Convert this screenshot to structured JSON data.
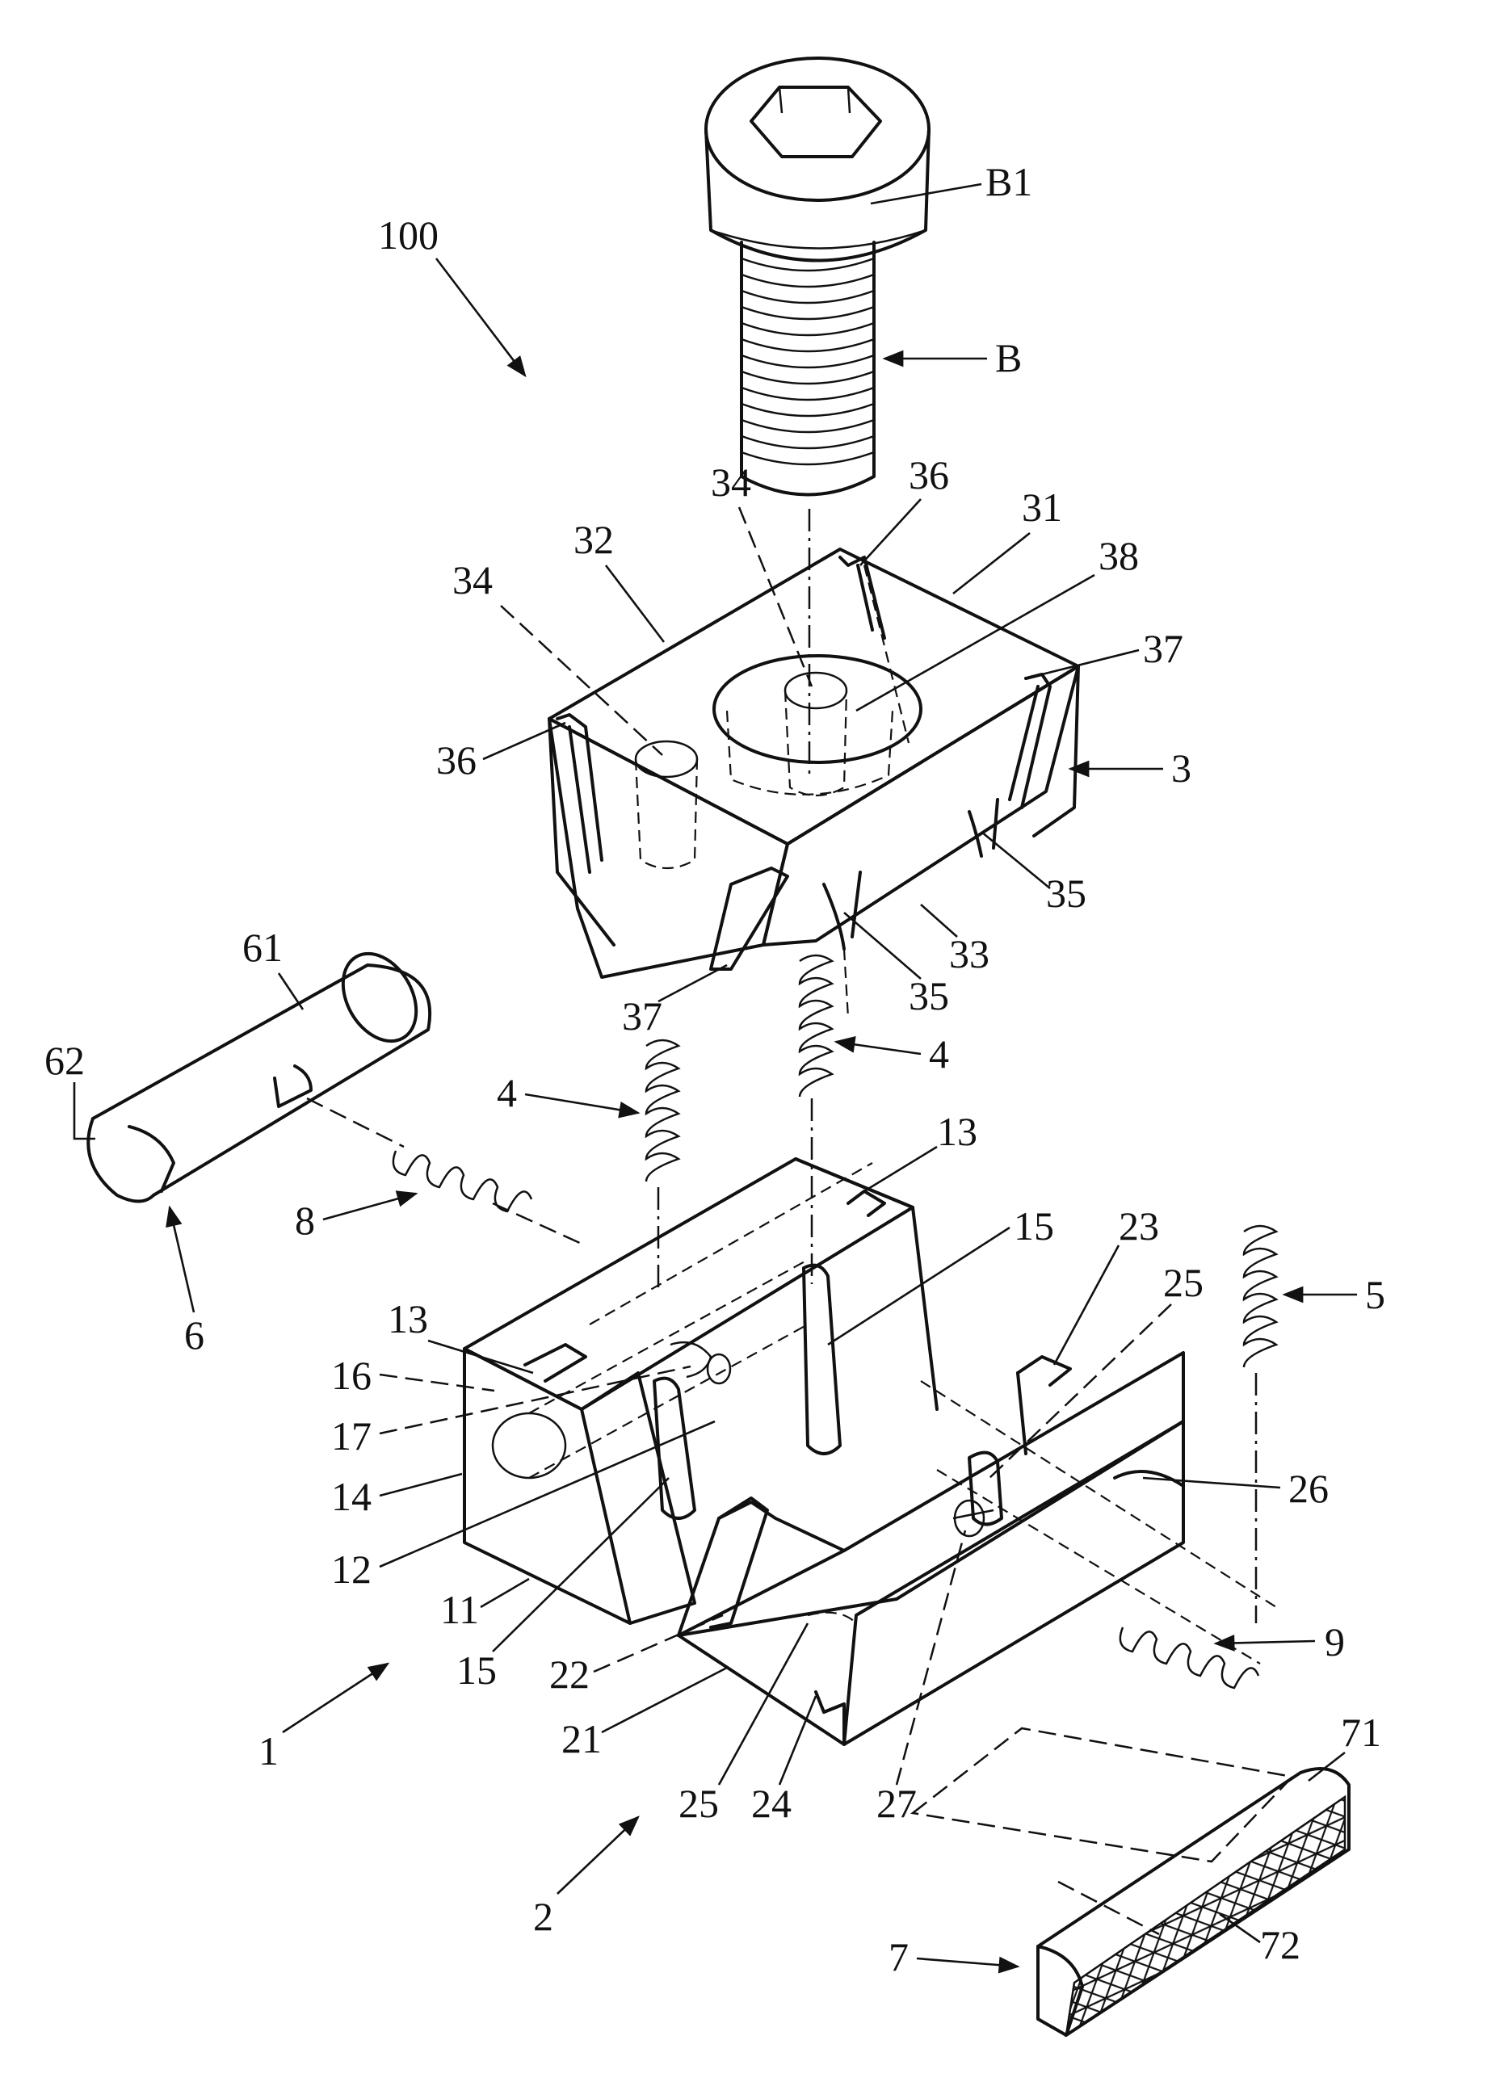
{
  "labels": {
    "assembly": "100",
    "bolt_head": "B1",
    "bolt": "B",
    "top_block": "3",
    "top_hole_left": "34",
    "top_hole_center": "34",
    "top_notch_left": "36",
    "top_notch_right": "36",
    "top_side_left": "32",
    "top_side_right": "31",
    "top_bore": "38",
    "top_slot_right": "37",
    "top_slot_left": "37",
    "top_front": "33",
    "top_cut_right": "35",
    "top_cut_center": "35",
    "spring_left": "4",
    "spring_center": "4",
    "spring_right": "5",
    "pin": "6",
    "pin_body": "61",
    "pin_end": "62",
    "pin_spring": "8",
    "lower_spring": "9",
    "base_1": "1",
    "base_2": "2",
    "slot_13a": "13",
    "slot_13b": "13",
    "face_11": "11",
    "face_12": "12",
    "side_14": "14",
    "groove_15a": "15",
    "groove_15b": "15",
    "hole_16": "16",
    "pin_17": "17",
    "face_21": "21",
    "notch_22": "22",
    "slot_23": "23",
    "edge_24": "24",
    "groove_25a": "25",
    "groove_25b": "25",
    "face_26": "26",
    "pin_27": "27",
    "jaw_7": "7",
    "jaw_71": "71",
    "jaw_72": "72"
  }
}
